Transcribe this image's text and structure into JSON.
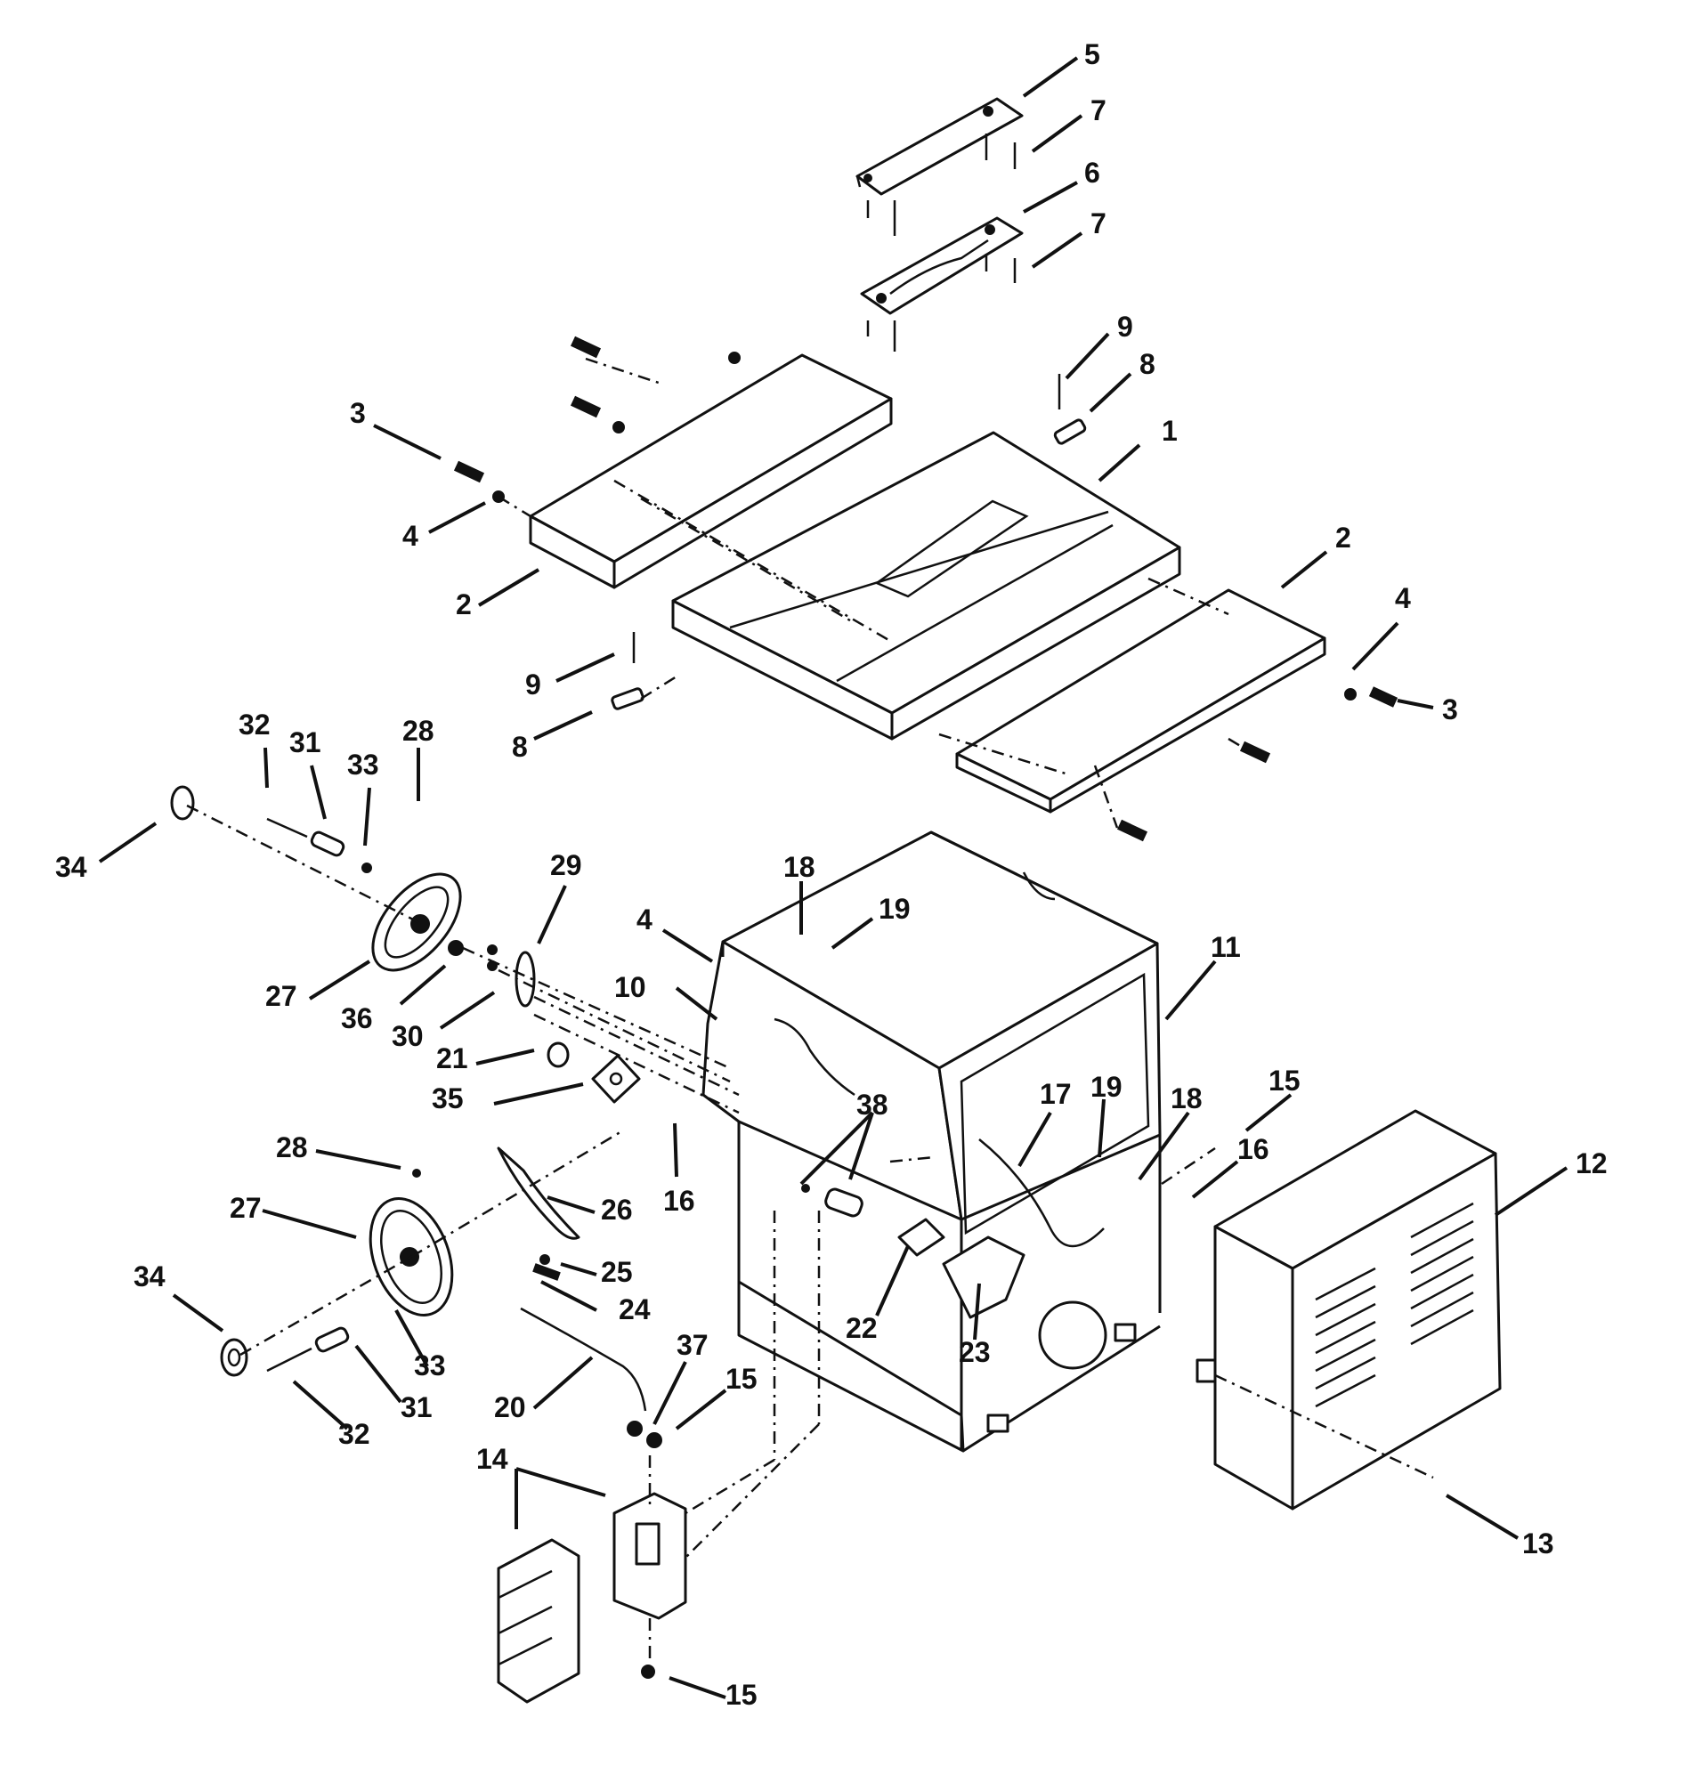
{
  "callouts": [
    {
      "n": "1"
    },
    {
      "n": "2"
    },
    {
      "n": "2"
    },
    {
      "n": "3"
    },
    {
      "n": "3"
    },
    {
      "n": "4"
    },
    {
      "n": "4"
    },
    {
      "n": "4"
    },
    {
      "n": "5"
    },
    {
      "n": "6"
    },
    {
      "n": "7"
    },
    {
      "n": "7"
    },
    {
      "n": "8"
    },
    {
      "n": "8"
    },
    {
      "n": "9"
    },
    {
      "n": "9"
    },
    {
      "n": "10"
    },
    {
      "n": "11"
    },
    {
      "n": "12"
    },
    {
      "n": "13"
    },
    {
      "n": "14"
    },
    {
      "n": "15"
    },
    {
      "n": "15"
    },
    {
      "n": "15"
    },
    {
      "n": "16"
    },
    {
      "n": "16"
    },
    {
      "n": "17"
    },
    {
      "n": "18"
    },
    {
      "n": "18"
    },
    {
      "n": "19"
    },
    {
      "n": "19"
    },
    {
      "n": "20"
    },
    {
      "n": "21"
    },
    {
      "n": "22"
    },
    {
      "n": "23"
    },
    {
      "n": "24"
    },
    {
      "n": "25"
    },
    {
      "n": "26"
    },
    {
      "n": "27"
    },
    {
      "n": "27"
    },
    {
      "n": "28"
    },
    {
      "n": "28"
    },
    {
      "n": "29"
    },
    {
      "n": "30"
    },
    {
      "n": "31"
    },
    {
      "n": "31"
    },
    {
      "n": "32"
    },
    {
      "n": "32"
    },
    {
      "n": "33"
    },
    {
      "n": "33"
    },
    {
      "n": "34"
    },
    {
      "n": "34"
    },
    {
      "n": "35"
    },
    {
      "n": "36"
    },
    {
      "n": "37"
    },
    {
      "n": "38"
    }
  ],
  "colors": {
    "ink": "#111111",
    "paper": "#ffffff"
  }
}
